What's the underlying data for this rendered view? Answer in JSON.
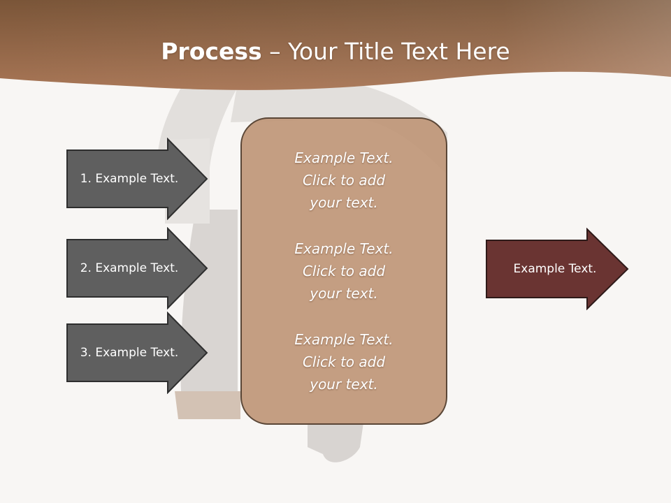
{
  "slide": {
    "title_bold": "Process",
    "title_rest": " – Your Title Text Here"
  },
  "steps": [
    {
      "label": "1. Example Text."
    },
    {
      "label": "2. Example Text."
    },
    {
      "label": "3. Example Text."
    }
  ],
  "center_items": [
    {
      "text": "Example Text.\nClick  to add\nyour text."
    },
    {
      "text": "Example Text.\nClick  to add\nyour text."
    },
    {
      "text": "Example Text.\nClick  to add\nyour text."
    }
  ],
  "output": {
    "label": "Example Text."
  },
  "colors": {
    "header_brown": "#8e6446",
    "step_arrow_fill": "#5f5f5f",
    "center_box_fill": "#c0977a",
    "output_arrow_fill": "#6a3432"
  }
}
